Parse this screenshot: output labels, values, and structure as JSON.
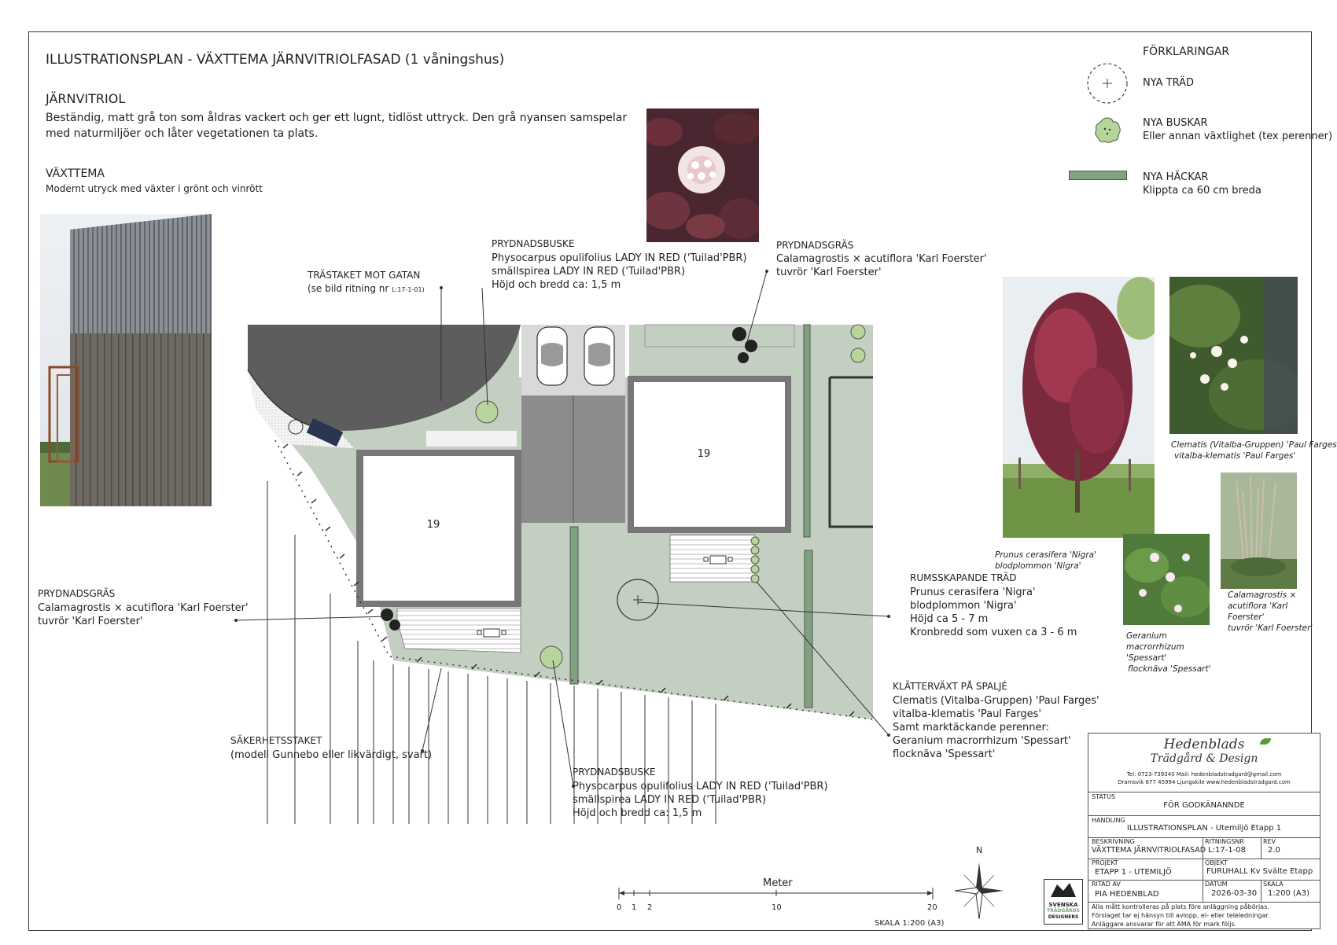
{
  "title": "ILLUSTRATIONSPLAN -  VÄXTTEMA JÄRNVITRIOLFASAD (1 våningshus)",
  "intro": {
    "heading": "JÄRNVITRIOL",
    "line1": "Beständig, matt grå ton som åldras vackert och ger ett lugnt, tidlöst uttryck. Den grå nyansen samspelar",
    "line2": "med naturmiljöer och låter vegetationen ta plats."
  },
  "theme": {
    "heading": "VÄXTTEMA",
    "text": "Modernt utryck med växter i grönt och vinrött"
  },
  "legend": {
    "heading": "FÖRKLARINGAR",
    "items": [
      {
        "label": "NYA TRÄD",
        "sub": ""
      },
      {
        "label": "NYA BUSKAR",
        "sub": "Eller annan växtlighet (tex perenner)"
      },
      {
        "label": "NYA HÄCKAR",
        "sub": "Klippta ca 60 cm breda"
      }
    ],
    "colors": {
      "hedge": "#7fa37f",
      "shrub": "#b7d49a",
      "lawn": "#c3cfc0"
    }
  },
  "annotations": {
    "trastaket": {
      "title": "TRÄSTAKET MOT GATAN",
      "line1": "(se bild ritning nr ",
      "ref": "L:17-1-01)"
    },
    "buske_top": {
      "title": "PRYDNADSBUSKE",
      "l1": "Physocarpus opulifolius LADY IN RED ('Tuilad'PBR)",
      "l2": "smällspirea LADY IN RED ('Tuilad'PBR)",
      "l3": "Höjd och bredd ca: 1,5 m"
    },
    "gras_top": {
      "title": "PRYDNADSGRÄS",
      "l1": "Calamagrostis × acutiflora 'Karl Foerster'",
      "l2": "tuvrör 'Karl Foerster'"
    },
    "gras_left": {
      "title": "PRYDNADSGRÄS",
      "l1": "Calamagrostis × acutiflora 'Karl Foerster'",
      "l2": "tuvrör 'Karl Foerster'"
    },
    "trad": {
      "title": "RUMSSKAPANDE TRÄD",
      "l1": "Prunus cerasifera 'Nigra'",
      "l2": "blodplommon 'Nigra'",
      "l3": "Höjd ca 5 - 7 m",
      "l4": "Kronbredd som vuxen ca 3 - 6 m"
    },
    "klatter": {
      "title": "KLÄTTERVÄXT PÅ SPALJÉ",
      "l1": "Clematis (Vitalba-Gruppen) 'Paul Farges'",
      "l2": "vitalba-klematis 'Paul Farges'",
      "l3": "Samt marktäckande perenner:",
      "l4": "Geranium macrorrhizum 'Spessart'",
      "l5": "flocknäva 'Spessart'"
    },
    "sakerhet": {
      "title": "SÄKERHETSSTAKET",
      "l1": "(modell Gunnebo eller likvärdigt, svart)"
    },
    "buske_bottom": {
      "title": "PRYDNADSBUSKE",
      "l1": "Physocarpus opulifolius LADY IN RED ('Tuilad'PBR)",
      "l2": "smällspirea LADY IN RED ('Tuilad'PBR)",
      "l3": "Höjd och bredd ca: 1,5 m"
    }
  },
  "plan": {
    "house_left": "19",
    "house_right": "19"
  },
  "captions": {
    "prunus": [
      "Prunus cerasifera 'Nigra'",
      "blodplommon 'Nigra'"
    ],
    "clematis": [
      "Clematis (Vitalba-Gruppen) 'Paul Farges'",
      "vitalba-klematis 'Paul Farges'"
    ],
    "geranium": [
      "Geranium",
      "macrorrhizum",
      "'Spessart'",
      "flocknäva 'Spessart'"
    ],
    "calamagrostis": [
      "Calamagrostis ×",
      "acutiflora 'Karl",
      "Foerster'",
      "tuvrör 'Karl Foerster'"
    ]
  },
  "scale": {
    "label": "Meter",
    "ticks": [
      "0",
      "1",
      "2",
      "10",
      "20"
    ],
    "scale_text": "SKALA 1:200 (A3)",
    "north": "N"
  },
  "title_block": {
    "logo_line1": "Hedenblads",
    "logo_line2": "Trädgård & Design",
    "contact1": "Tel: 0723-739340 Mail: hedenbladstradgard@gmail.com",
    "contact2": "Dramsvik 677 45994 Ljungskile www.hedenbladstradgard.com",
    "status_label": "STATUS",
    "status": "FÖR GODKÄNANNDE",
    "handling_label": "HANDLING",
    "handling": "ILLUSTRATIONSPLAN  - Utemiljö Etapp 1",
    "beskrivning_label": "BESKRIVNING",
    "beskrivning": "VÄXTTEMA JÄRNVITRIOLFASAD",
    "ritningsnr_label": "RITNINGSNR",
    "ritningsnr": "L:17-1-08",
    "rev_label": "REV",
    "rev": "2.0",
    "projekt_label": "PROJEKT",
    "projekt": "ETAPP 1 - UTEMILJÖ",
    "objekt_label": "OBJEKT",
    "objekt": "FURUHALL Kv Svälte Etapp",
    "ritad_label": "RITAD AV",
    "ritad": "PIA HEDENBLAD",
    "datum_label": "DATUM",
    "datum": "2026-03-30",
    "skala_label": "SKALA",
    "skala": "1:200 (A3)",
    "note1": "Alla mått kontrolleras på plats före anläggning påbörjas.",
    "note2": "Förslaget tar ej hänsyn till avlopp, el- eller teleledningar.",
    "note3": "Anläggare ansvarar för att AMA för mark följs.",
    "badge1": "SVENSKA",
    "badge2": "TRÄDGÅRDS",
    "badge3": "DESIGNERS"
  }
}
